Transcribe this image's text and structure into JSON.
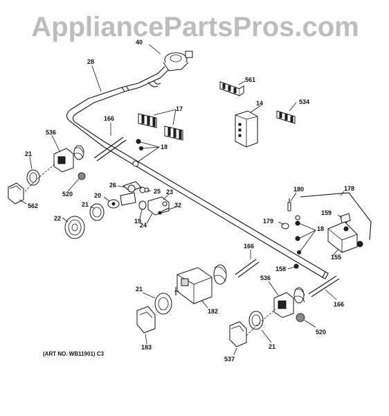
{
  "watermark": "AppliancePartsPros.com",
  "art_number": "(ART NO. WB11901) C3",
  "callouts": {
    "c40": "40",
    "c28": "28",
    "c561": "561",
    "c14": "14",
    "c534": "534",
    "c17": "17",
    "c166a": "166",
    "c18a": "18",
    "c536a": "536",
    "c21a": "21",
    "c520a": "520",
    "c562": "562",
    "c26": "26",
    "c25": "25",
    "c20": "20",
    "c23": "23",
    "c21b": "21",
    "c32": "32",
    "c19": "19",
    "c24": "24",
    "c22": "22",
    "c180": "180",
    "c178": "178",
    "c159": "159",
    "c179": "179",
    "c18b": "18",
    "c155": "155",
    "c166b": "166",
    "c158": "158",
    "c536b": "536",
    "c21c": "21",
    "c182": "182",
    "c166c": "166",
    "c520b": "520",
    "c183": "183",
    "c21d": "21",
    "c537": "537"
  }
}
